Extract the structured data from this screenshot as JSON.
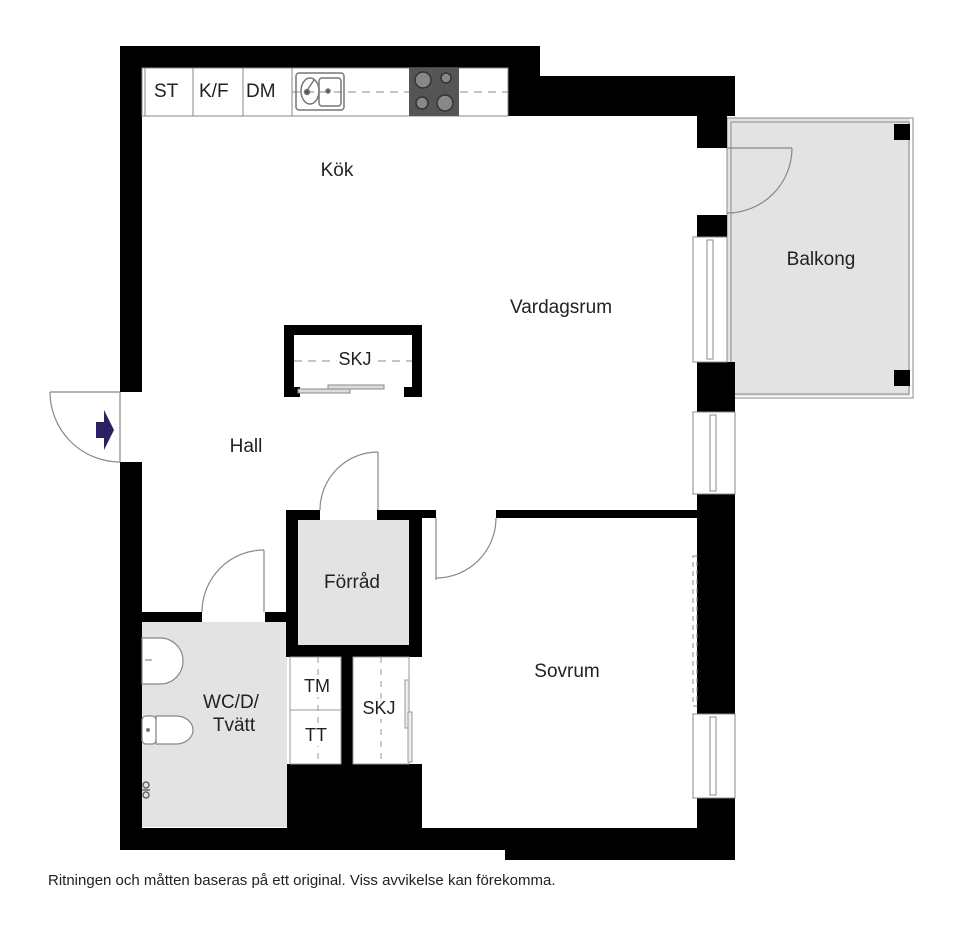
{
  "floorplan": {
    "rooms": [
      {
        "id": "kok",
        "label": "Kök"
      },
      {
        "id": "vardagsrum",
        "label": "Vardagsrum"
      },
      {
        "id": "balkong",
        "label": "Balkong"
      },
      {
        "id": "hall",
        "label": "Hall"
      },
      {
        "id": "forrad",
        "label": "Förråd"
      },
      {
        "id": "wc",
        "label": "WC/D/\nTvätt",
        "label_line1": "WC/D/",
        "label_line2": "Tvätt"
      },
      {
        "id": "sovrum",
        "label": "Sovrum"
      }
    ],
    "kitchen_units": [
      "ST",
      "K/F",
      "DM"
    ],
    "closets": {
      "hall_closet": "SKJ",
      "bedroom_closet": "SKJ",
      "laundry_top": "TM",
      "laundry_bottom": "TT"
    },
    "icons": {
      "entrance": "entrance-arrow-icon",
      "sink": "kitchen-sink-icon",
      "stove": "stove-icon",
      "washbasin": "washbasin-icon",
      "toilet": "toilet-icon",
      "shower": "shower-icon"
    },
    "colors": {
      "wall": "#000000",
      "wet_area_fill": "#e3e3e3",
      "entrance_arrow": "#2d1f63",
      "line": "#888888"
    }
  },
  "disclaimer": "Ritningen och måtten baseras på ett original. Viss avvikelse kan förekomma."
}
